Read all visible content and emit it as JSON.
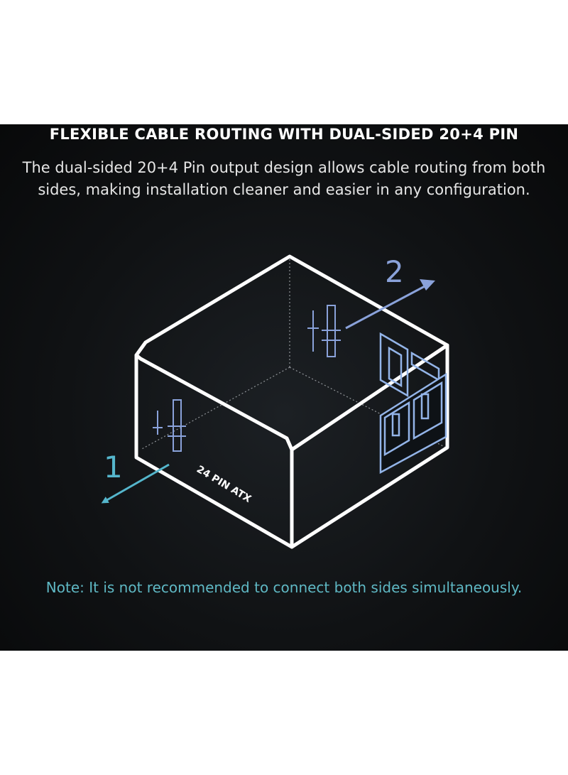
{
  "header": {
    "title": "FLEXIBLE CABLE ROUTING WITH DUAL-SIDED 20+4 PIN",
    "description": "The dual-sided 20+4 Pin output design allows cable routing from both sides, making installation cleaner and easier in any configuration."
  },
  "diagram": {
    "connector_label": "24 PIN ATX",
    "marker_1": "1",
    "marker_2": "2"
  },
  "footer": {
    "note": "Note: It is not recommended to connect both sides simultaneously."
  },
  "colors": {
    "background": "#0f1113",
    "text": "#ffffff",
    "note": "#5fb8c4",
    "arrow_1": "#55b6cc",
    "arrow_2": "#8aa2da",
    "socket": "#93b4e8"
  }
}
